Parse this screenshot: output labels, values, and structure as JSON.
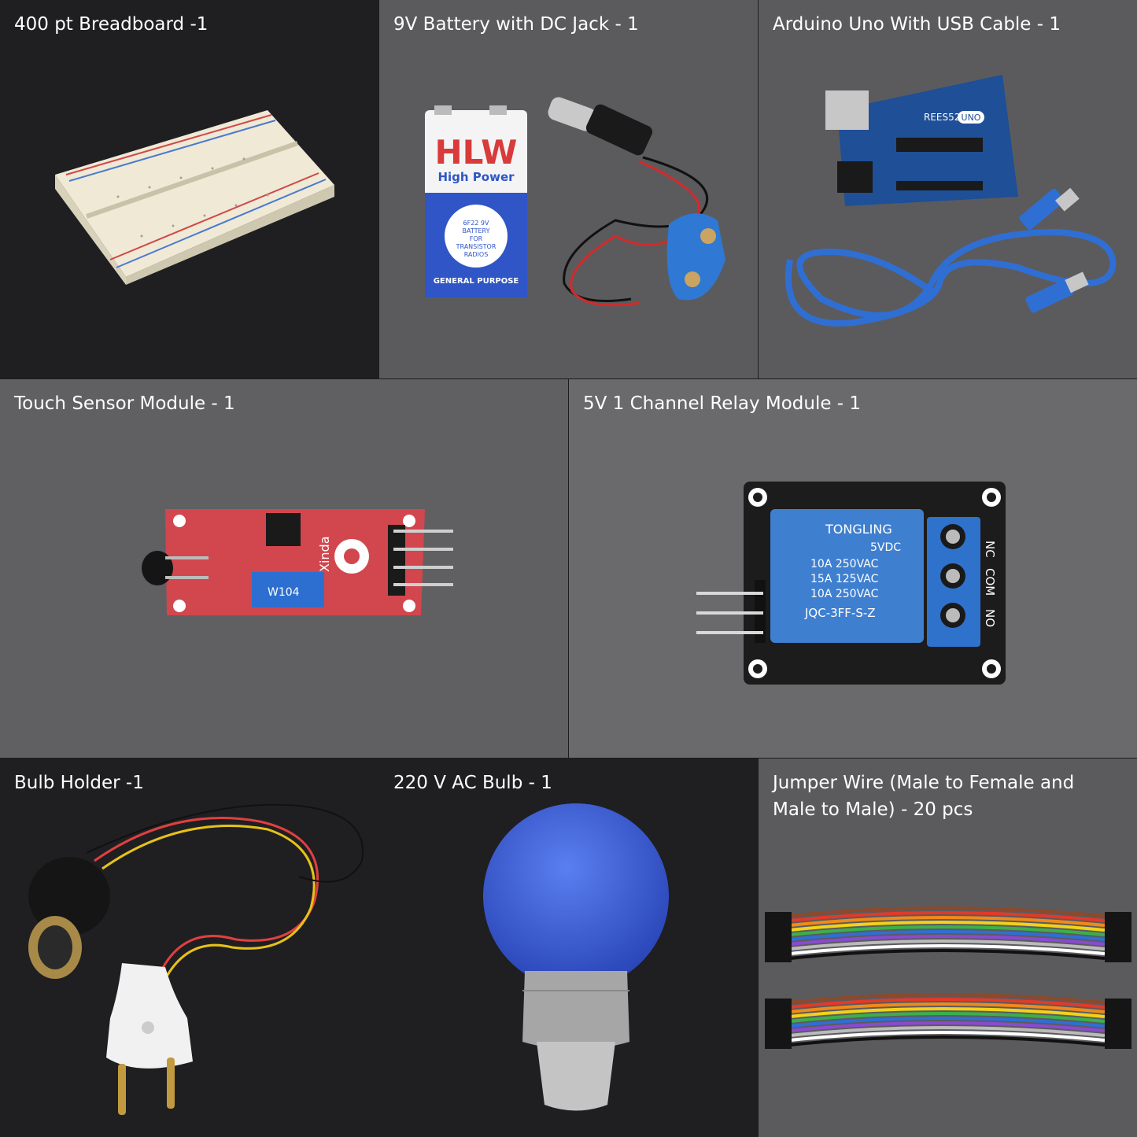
{
  "colors": {
    "bg_dark": "#1f1f22",
    "bg_mid": "#5f5f62",
    "bg_light_mid": "#6a6a6d",
    "pcb_red": "#d2464e",
    "pcb_blue": "#1e4f97",
    "relay_blue": "#3f7fd0",
    "bulb_blue": "#3a5fd8",
    "cable_blue": "#2f6fd4"
  },
  "items": [
    {
      "label": "400 pt Breadboard -1",
      "icon": "breadboard-image"
    },
    {
      "label": "9V Battery with DC Jack - 1",
      "icon": "battery-image",
      "battery_brand": "HLW",
      "battery_sub": "High Power",
      "battery_seal": [
        "6F22 9V",
        "BATTERY",
        "FOR",
        "TRANSISTOR",
        "RADIOS"
      ],
      "battery_footer": "GENERAL PURPOSE"
    },
    {
      "label": "Arduino Uno With USB Cable - 1",
      "icon": "arduino-image",
      "board_text": "REES52",
      "board_badge": "UNO"
    },
    {
      "label": "Touch Sensor Module - 1",
      "icon": "touch-sensor-image",
      "pcb_text": "Xinda",
      "pot_text": "W104"
    },
    {
      "label": "5V 1 Channel Relay Module - 1",
      "icon": "relay-image",
      "relay_lines": [
        "TONGLING",
        "5VDC",
        "10A 250VAC",
        "15A 125VAC",
        "10A 250VAC",
        "JQC-3FF-S-Z"
      ],
      "terminal_labels": [
        "NC",
        "COM",
        "NO"
      ]
    },
    {
      "label": "Bulb Holder -1",
      "icon": "bulb-holder-image"
    },
    {
      "label": "220 V AC Bulb - 1",
      "icon": "bulb-image"
    },
    {
      "label": "Jumper Wire (Male to Female and Male to Male) - 20 pcs",
      "icon": "jumper-wire-image"
    }
  ]
}
